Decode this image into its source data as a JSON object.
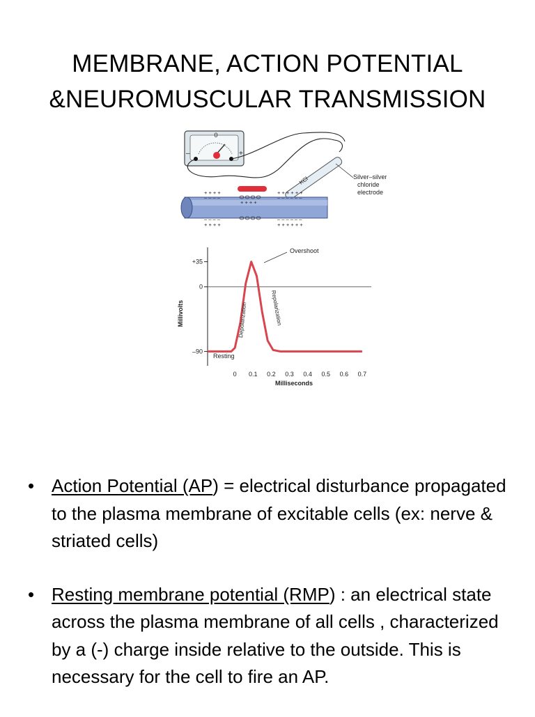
{
  "slide": {
    "title_line1": "MEMBRANE, ACTION POTENTIAL",
    "title_line2": "&NEUROMUSCULAR TRANSMISSION"
  },
  "diagram": {
    "meter_zero": "0",
    "meter_minus": "–",
    "meter_plus": "+",
    "electrode_label_1": "Silver–silver",
    "electrode_label_2": "chloride",
    "electrode_label_3": "electrode",
    "kcl_label": "KCl",
    "charges_top_outer_left": "+ + + +",
    "charges_top_inner_left": "– – – –",
    "charges_top_outer_right": "+ + + + + +",
    "charges_top_inner_right": "– – – – – –",
    "charges_mid_active": "+ + + +",
    "charges_bottom_inner_left": "– – – –",
    "charges_bottom_outer_left": "+ + + +",
    "charges_bottom_inner_right": "– – – – – –",
    "charges_bottom_outer_right": "+ + + + + +"
  },
  "chart_data": {
    "type": "line",
    "title": "",
    "xlabel": "Milliseconds",
    "ylabel": "Millivolts",
    "x_ticks": [
      "0",
      "0.1",
      "0.2",
      "0.3",
      "0.4",
      "0.5",
      "0.6",
      "0.7"
    ],
    "y_ticks": [
      "+35",
      "0",
      "–90"
    ],
    "xlim": [
      -0.15,
      0.75
    ],
    "ylim": [
      -110,
      55
    ],
    "zero_line": true,
    "series": [
      {
        "color": "#d9454e",
        "x": [
          -0.15,
          -0.02,
          0.0,
          0.03,
          0.06,
          0.09,
          0.12,
          0.15,
          0.18,
          0.21,
          0.25,
          0.3,
          0.4,
          0.7
        ],
        "y": [
          -90,
          -90,
          -85,
          -50,
          5,
          35,
          15,
          -35,
          -75,
          -88,
          -90,
          -90,
          -90,
          -90
        ]
      }
    ],
    "annotations": [
      "Overshoot",
      "Resting",
      "Depolarization",
      "Repolarization"
    ]
  },
  "bullets": [
    {
      "term": "Action Potential (AP",
      "rest": ") = electrical disturbance propagated to the plasma membrane of excitable cells (ex: nerve & striated cells)"
    },
    {
      "term": "Resting membrane potential (RMP",
      "rest": ") : an electrical state across the plasma membrane of all cells , characterized by a (-) charge inside relative to the outside. This is necessary for the cell to fire an AP."
    }
  ],
  "bullet_symbol": "•"
}
